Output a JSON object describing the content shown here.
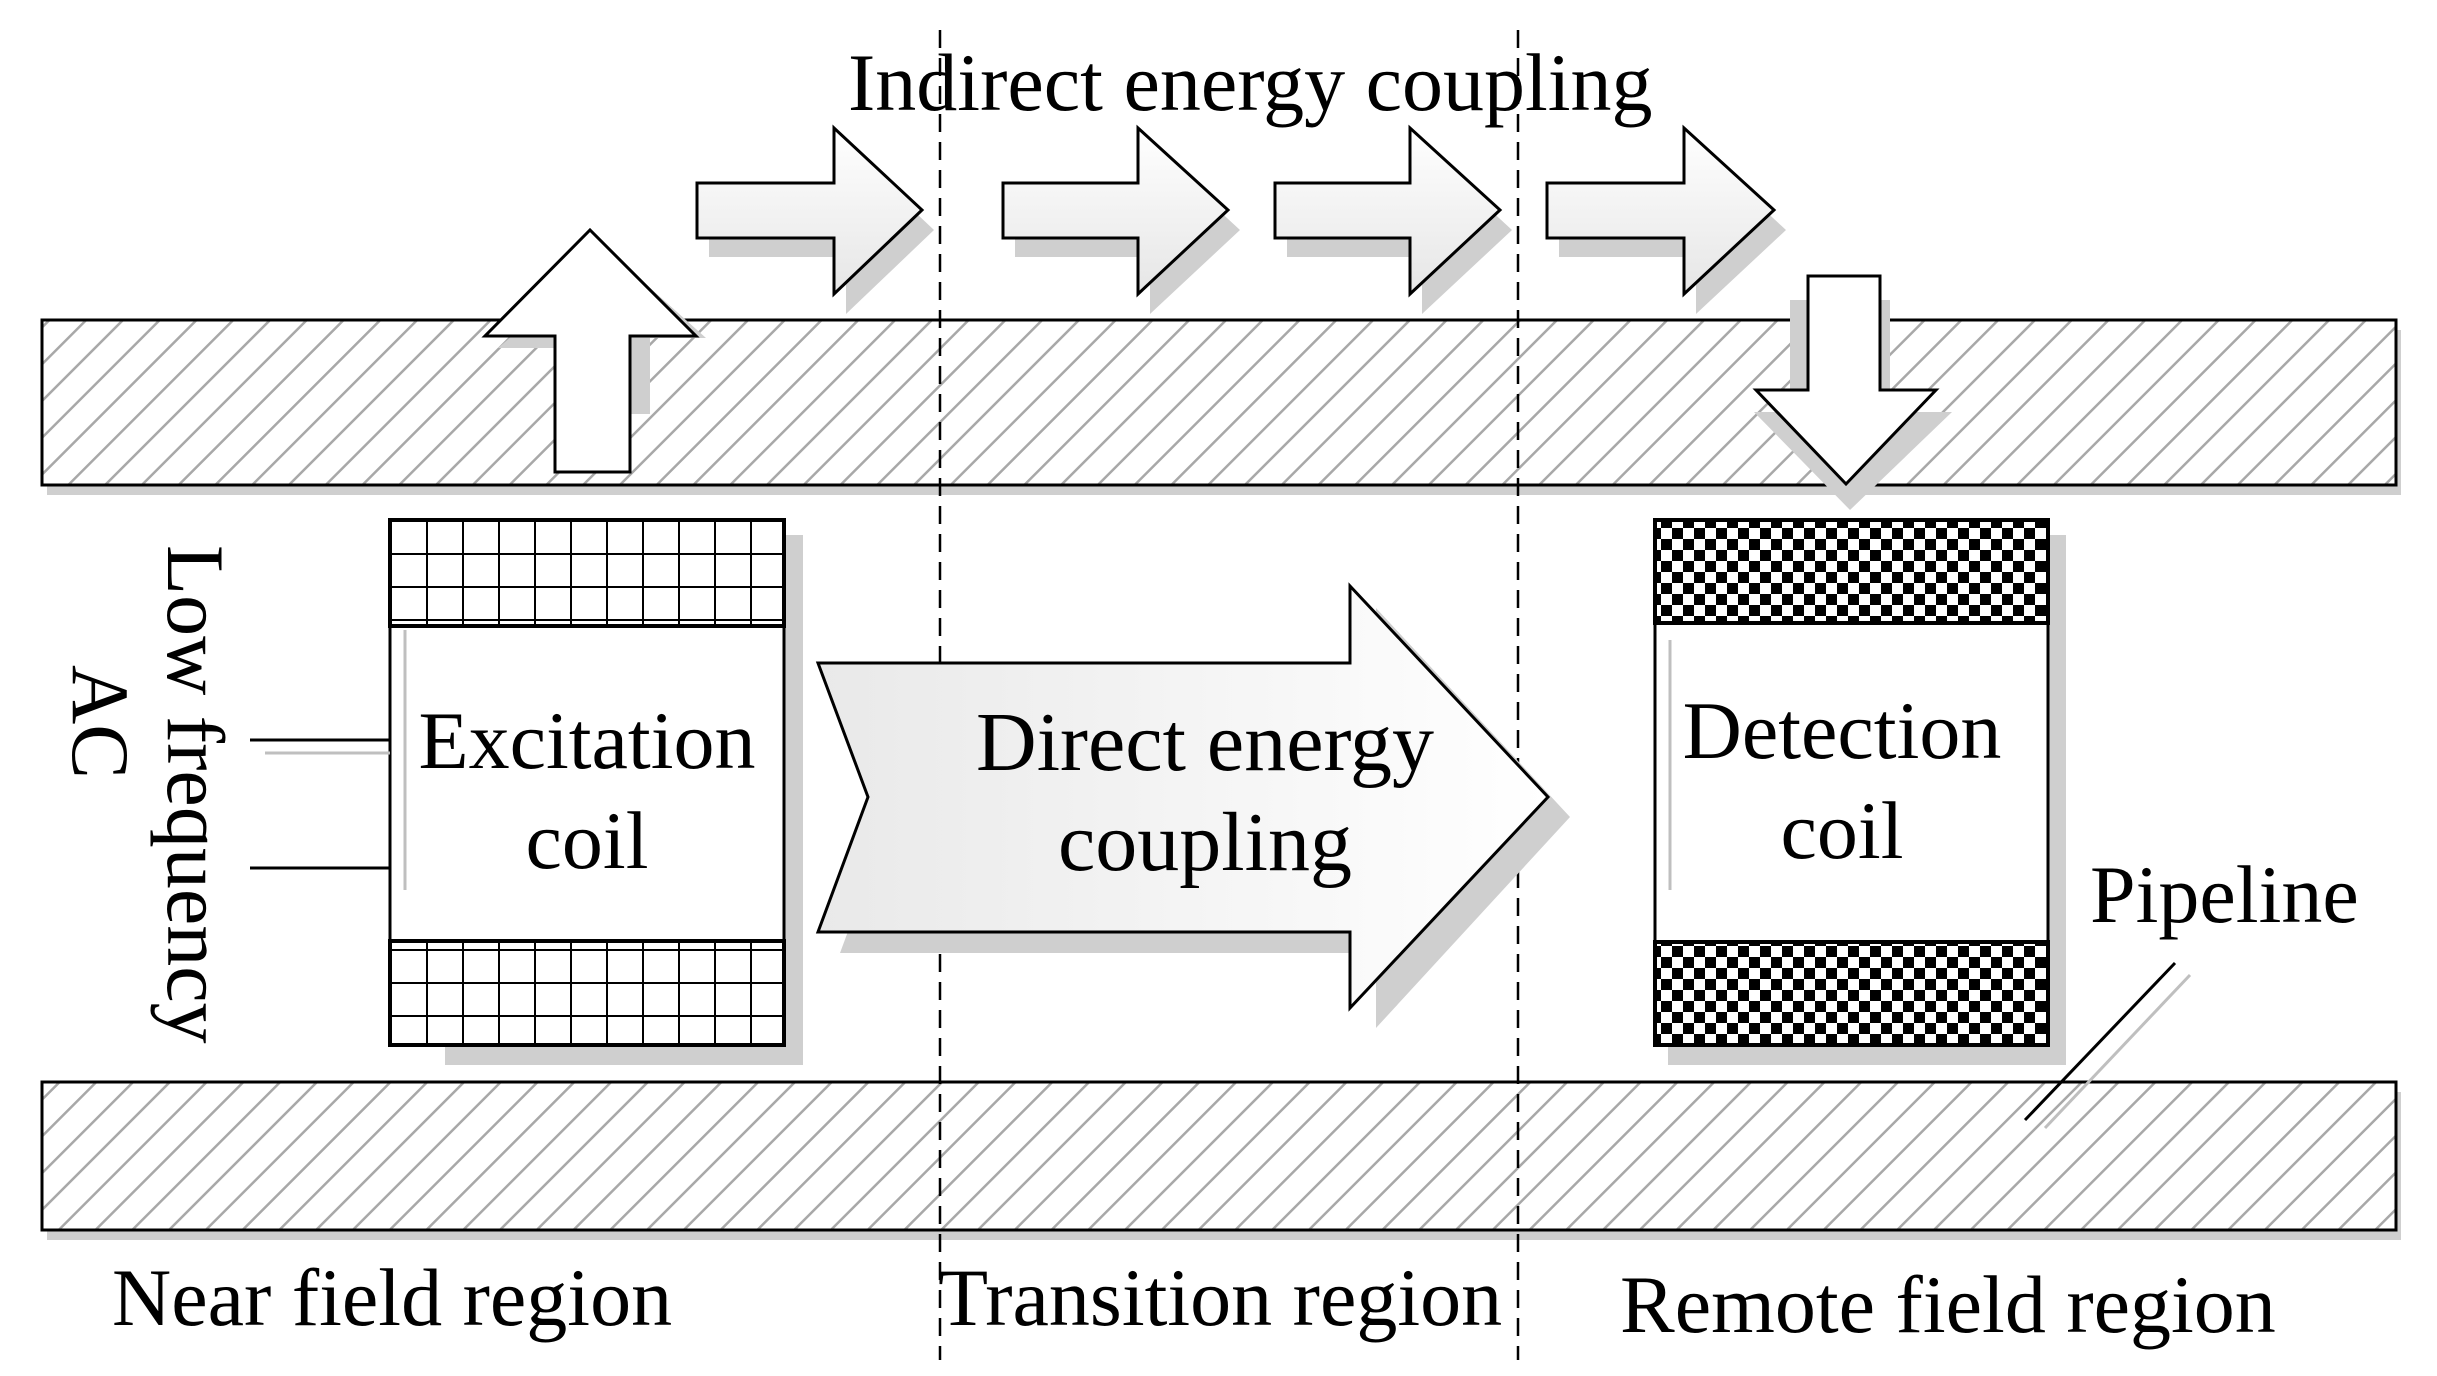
{
  "labels": {
    "indirect": "Indirect energy coupling",
    "direct_line1": "Direct energy",
    "direct_line2": "coupling",
    "excitation_line1": "Excitation",
    "excitation_line2": "coil",
    "detection_line1": "Detection",
    "detection_line2": "coil",
    "source_line1": "Low frequency",
    "source_line2": "AC",
    "pipeline": "Pipeline",
    "near_region": "Near field region",
    "transition_region": "Transition region",
    "remote_region": "Remote field region"
  },
  "colors": {
    "stroke": "#000000",
    "shadow": "#c8c8c8",
    "arrow_fill_light": "#ffffff",
    "arrow_fill_dark": "#e6e6e6"
  }
}
